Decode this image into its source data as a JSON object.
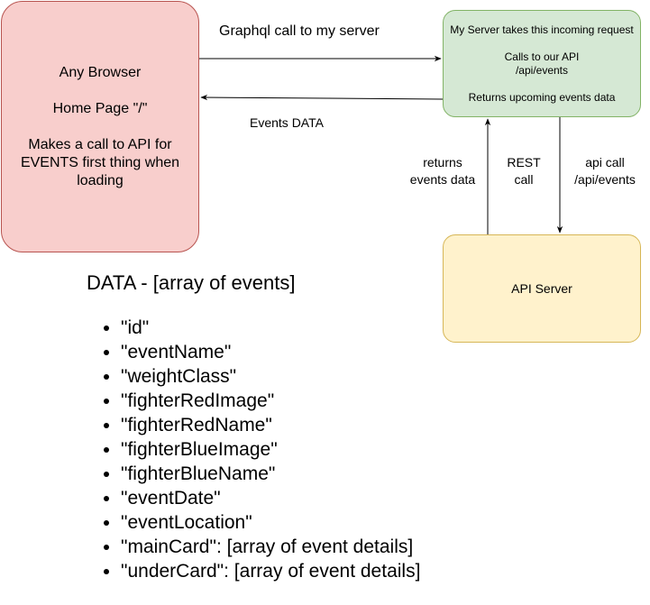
{
  "browser": {
    "line1": "Any Browser",
    "line2": "Home Page \"/\"",
    "line3": "Makes a call to API for EVENTS first thing when loading"
  },
  "server": {
    "line1": "My Server takes this incoming request",
    "line2": "Calls to our API",
    "line3": "/api/events",
    "line4": "Returns upcoming events data"
  },
  "api_server": {
    "label": "API Server"
  },
  "edges": {
    "graphql": "Graphql call to my server",
    "events_data": "Events DATA",
    "returns": "returns\nevents data",
    "rest": "REST\ncall",
    "api_call": "api call\n/api/events"
  },
  "data_block": {
    "title": "DATA - [array of events]",
    "fields": [
      "\"id\"",
      "\"eventName\"",
      "\"weightClass\"",
      "\"fighterRedImage\"",
      "\"fighterRedName\"",
      "\"fighterBlueImage\"",
      "\"fighterBlueName\"",
      "\"eventDate\"",
      "\"eventLocation\"",
      "\"mainCard\": [array of event details]",
      "\"underCard\": [array of event details]"
    ]
  }
}
